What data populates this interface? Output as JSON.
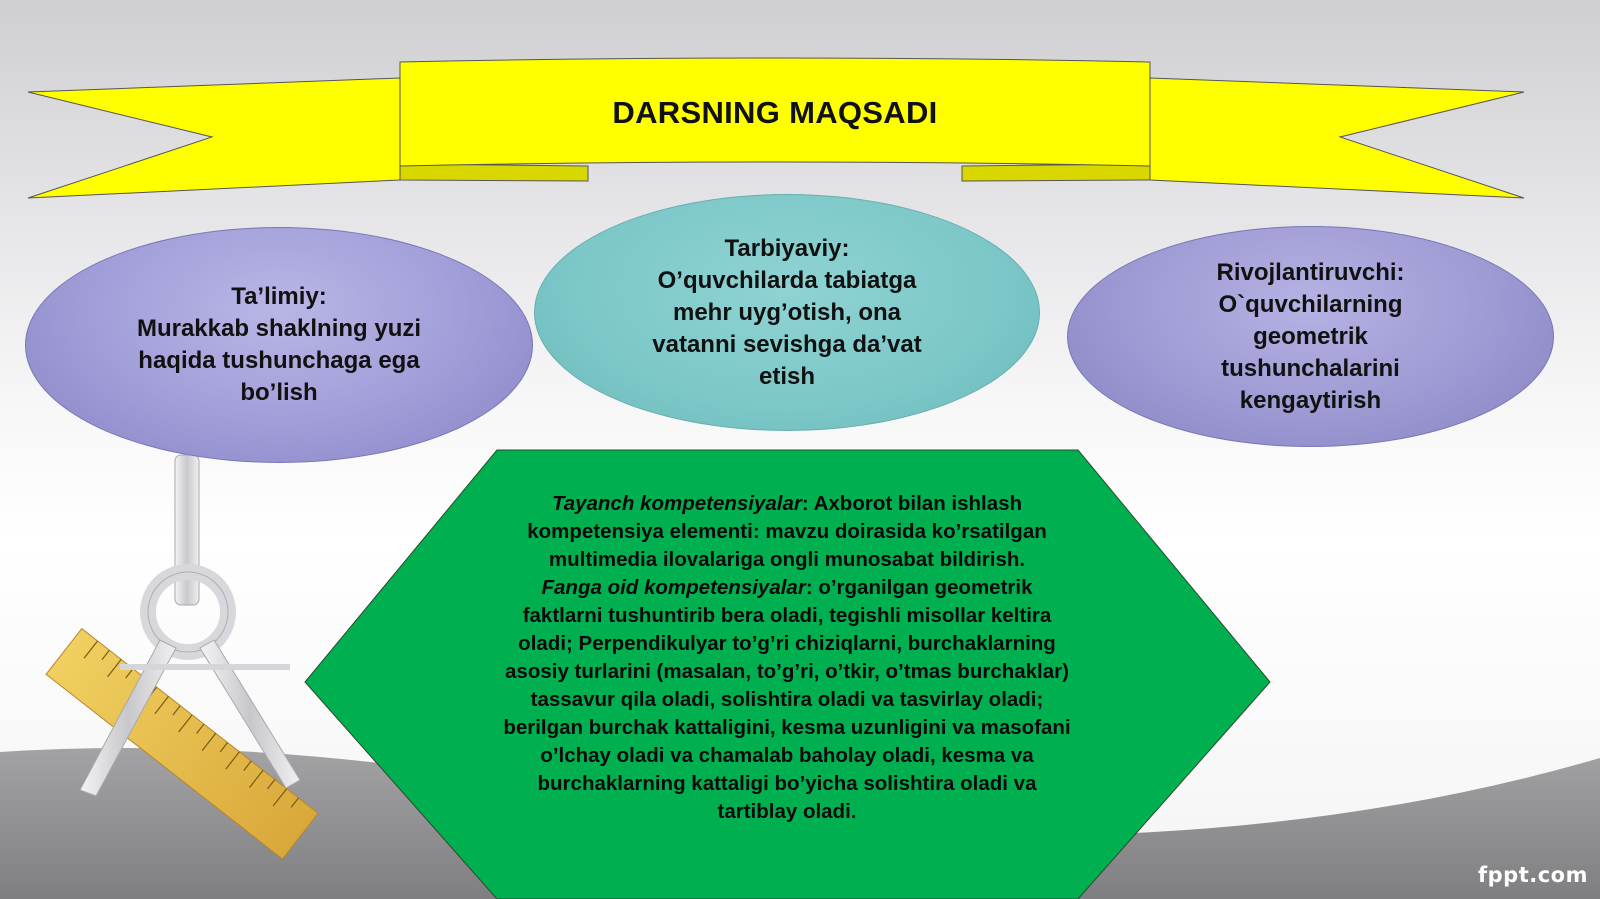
{
  "banner": {
    "title": "DARSNING MAQSADI"
  },
  "goals": {
    "talimiy": {
      "heading": "Ta’limiy:",
      "lines": [
        "Murakkab shaklning yuzi",
        "haqida tushunchaga ega",
        "bo’lish"
      ]
    },
    "tarbiyaviy": {
      "heading": "Tarbiyaviy:",
      "lines": [
        "O’quvchilarda tabiatga",
        "mehr uyg’otish, ona",
        "vatanni sevishga da’vat",
        "etish"
      ]
    },
    "rivojlantiruvchi": {
      "heading": "Rivojlantiruvchi:",
      "lines": [
        "O`quvchilarning",
        "geometrik",
        "tushunchalarini",
        "kengaytirish"
      ]
    }
  },
  "competencies": {
    "tayanch_label": "Tayanch kompetensiyalar",
    "tayanch_text": ": Axborot bilan ishlash kompetensiya elementi: mavzu doirasida ko’rsatilgan multimedia ilovalariga ongli munosabat bildirish.",
    "fanga_label": "Fanga oid kompetensiyalar",
    "fanga_text": ": o’rganilgan geometrik faktlarni tushuntirib bera oladi, tegishli misollar keltira oladi; Perpendikulyar to’g’ri chiziqlarni, burchaklarning asosiy turlarini (masalan, to’g’ri, o’tkir, o’tmas burchaklar) tassavur qila oladi, solishtira oladi va tasvirlay oladi; berilgan burchak kattaligini, kesma uzunligini va masofani o’lchay oladi va chamalab baholay oladi, kesma va burchaklarning kattaligi bo’yicha solishtira oladi va tartiblay oladi."
  },
  "footer": {
    "brand": "fppt.com"
  },
  "colors": {
    "banner_fill": "#ffff00",
    "ellipse_left": "#a09cd8",
    "ellipse_mid": "#7cc7c8",
    "ellipse_right": "#9d99d3",
    "hexagon_fill": "#00b050",
    "ground": "#8f8f91"
  },
  "decorations": [
    "compass-icon",
    "ruler-icon"
  ]
}
